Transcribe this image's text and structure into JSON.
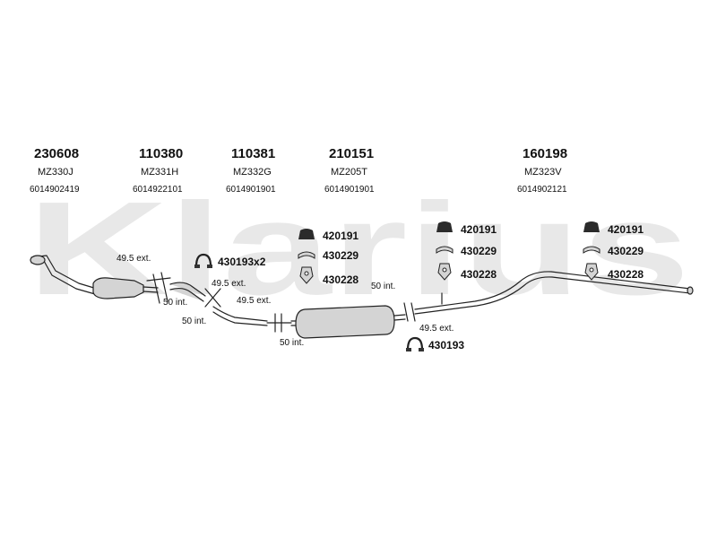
{
  "watermark": {
    "text": "Klarius",
    "color": "#e8e8e8"
  },
  "colors": {
    "line": "#222222",
    "fill": "#d4d4d4",
    "dark": "#333333"
  },
  "sections": [
    {
      "part_number": "230608",
      "model_code": "MZ330J",
      "ean": "6014902419"
    },
    {
      "part_number": "110380",
      "model_code": "MZ331H",
      "ean": "6014922101"
    },
    {
      "part_number": "110381",
      "model_code": "MZ332G",
      "ean": "6014901901"
    },
    {
      "part_number": "210151",
      "model_code": "MZ205T",
      "ean": "6014901901"
    },
    {
      "part_number": "160198",
      "model_code": "MZ323V",
      "ean": "6014902121"
    }
  ],
  "mount_groups": [
    {
      "items": [
        "420191",
        "430229",
        "430228"
      ]
    },
    {
      "items": [
        "420191",
        "430229",
        "430228"
      ]
    },
    {
      "items": [
        "420191",
        "430229",
        "430228"
      ]
    }
  ],
  "clamps": {
    "clamp_a": "430193x2",
    "clamp_b": "430193"
  },
  "joint_notes": {
    "j1_ext": "49.5 ext.",
    "j1_int": "50 int.",
    "j2_ext": "49.5 ext.",
    "j2_int": "50 int.",
    "j3_ext": "49.5 ext.",
    "j3_int": "50 int.",
    "j4_int": "50 int.",
    "j4_ext": "49.5 ext."
  }
}
